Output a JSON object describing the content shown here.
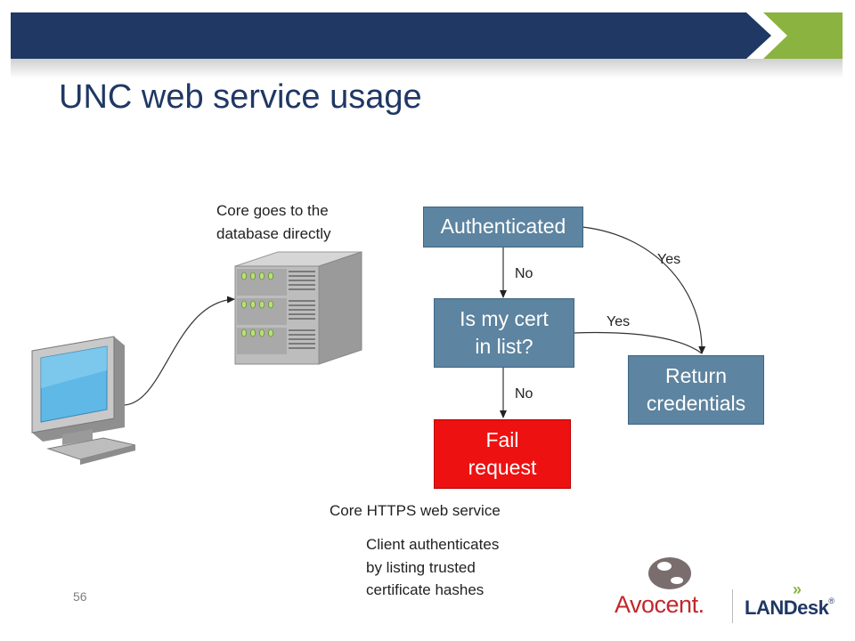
{
  "slide": {
    "title": "UNC web service usage",
    "page_number": "56"
  },
  "notes": {
    "core_db_line1": "Core goes to the",
    "core_db_line2": "database directly",
    "web_service": "Core HTTPS web service",
    "client_line1": "Client authenticates",
    "client_line2": "by listing trusted",
    "client_line3": "certificate hashes"
  },
  "flow": {
    "authenticated": "Authenticated",
    "cert_check_line1": "Is my cert",
    "cert_check_line2": "in list?",
    "return_line1": "Return",
    "return_line2": "credentials",
    "fail_line1": "Fail",
    "fail_line2": "request",
    "no_1": "No",
    "no_2": "No",
    "yes_1": "Yes",
    "yes_2": "Yes"
  },
  "logos": {
    "avocent": "Avocent",
    "avocent_mark": ".",
    "landesk": "LANDesk",
    "landesk_mark": "®",
    "landesk_chevrons": "»"
  },
  "colors": {
    "header_bar": "#1f3864",
    "header_chevron": "#8ab340",
    "title": "#1f3864",
    "box_blue": "#5d84a0",
    "box_red": "#ee1111",
    "avocent_red": "#c0282c"
  },
  "icons": {
    "server": "server-rack-icon",
    "monitor": "computer-monitor-icon"
  }
}
